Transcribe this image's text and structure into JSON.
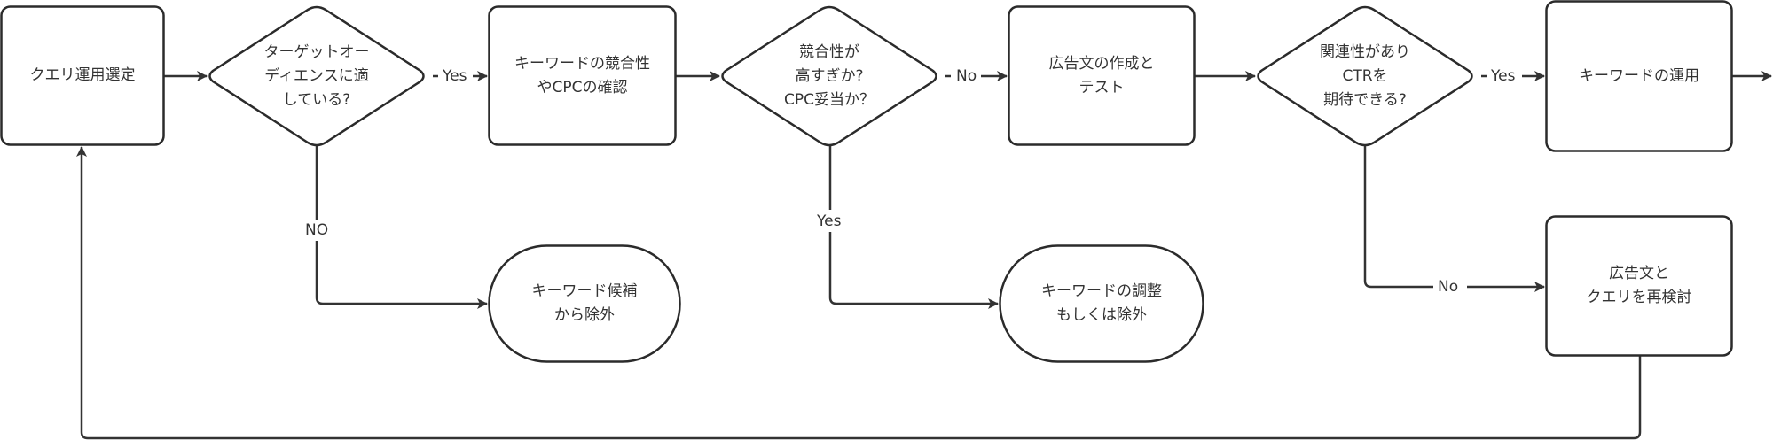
{
  "diagram": {
    "type": "flowchart",
    "line_color": "#333333",
    "nodes": [
      {
        "id": "n1",
        "shape": "process",
        "label": "クエリ運用選定"
      },
      {
        "id": "d1",
        "shape": "decision",
        "label": "ターゲットオー\nディエンスに適\nしている?"
      },
      {
        "id": "n2",
        "shape": "process",
        "label": "キーワードの競合性\nやCPCの確認"
      },
      {
        "id": "d2",
        "shape": "decision",
        "label": "競合性が\n高すぎか?\nCPC妥当か？"
      },
      {
        "id": "n3",
        "shape": "process",
        "label": "広告文の作成と\nテスト"
      },
      {
        "id": "d3",
        "shape": "decision",
        "label": "関連性があり\nCTRを\n期待できる?"
      },
      {
        "id": "n4",
        "shape": "process",
        "label": "キーワードの運用"
      },
      {
        "id": "t1",
        "shape": "terminal",
        "label": "キーワード候補\nから除外"
      },
      {
        "id": "t2",
        "shape": "terminal",
        "label": "キーワードの調整\nもしくは除外"
      },
      {
        "id": "n5",
        "shape": "process",
        "label": "広告文と\nクエリを再検討"
      }
    ],
    "edges": [
      {
        "from": "n1",
        "to": "d1",
        "label": ""
      },
      {
        "from": "d1",
        "to": "n2",
        "label": "Yes"
      },
      {
        "from": "d1",
        "to": "t1",
        "label": "NO"
      },
      {
        "from": "n2",
        "to": "d2",
        "label": ""
      },
      {
        "from": "d2",
        "to": "n3",
        "label": "No"
      },
      {
        "from": "d2",
        "to": "t2",
        "label": "Yes"
      },
      {
        "from": "n3",
        "to": "d3",
        "label": ""
      },
      {
        "from": "d3",
        "to": "n4",
        "label": "Yes"
      },
      {
        "from": "d3",
        "to": "n5",
        "label": "No"
      },
      {
        "from": "n4",
        "to": "next",
        "label": ""
      },
      {
        "from": "n5",
        "to": "n1",
        "label": ""
      }
    ]
  }
}
